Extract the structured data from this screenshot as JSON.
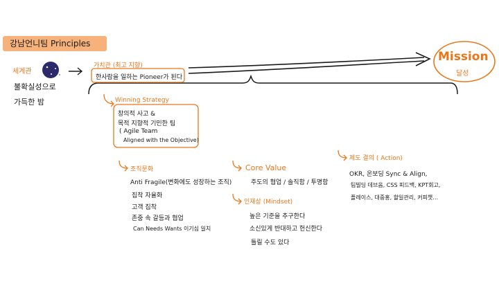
{
  "banner": "강남언니팀 Principles",
  "worldview": {
    "label": "세계관",
    "lines": [
      "불확실성으로",
      "가득한 밤"
    ]
  },
  "value": {
    "label": "가치관 (최고 지향)",
    "text": "한사람을 일하는 Pioneer가 된다"
  },
  "mission": {
    "title": "Mission",
    "sub": "달성"
  },
  "strategy": {
    "label": "Winning Strategy",
    "lines": [
      "창의적 사고 &",
      "목적 지향적 기민한 팀",
      "( Agile Team",
      "Aligned with the Objective)"
    ]
  },
  "culture": {
    "label": "조직문화",
    "lines": [
      "Anti Fragile(변화에도 성장하는 조직)",
      "집착 자율화",
      "고객 집착",
      "존중 속 갈등과 협업",
      "Can Needs Wants 이기심 일치"
    ]
  },
  "core_value": {
    "label": "Core Value",
    "text": "주도의 협업 / 솔직함 / 투명함"
  },
  "mindset": {
    "label": "인재상 (Mindset)",
    "lines": [
      "높은 기준을 추구한다",
      "소신있게 반대하고 헌신한다",
      "틀릴 수도 있다"
    ]
  },
  "action": {
    "label": "제도 결의 ( Action)",
    "lines": [
      "OKR, 온보딩 Sync & Align,",
      "팀빌딩 데브옵, CSS 피드백, KPT회고,",
      "플레이스, 대중홍, 할일관리, 커피챗…"
    ]
  },
  "colors": {
    "accent": "#e8771c",
    "banner_bg": "#f6b27a",
    "ink": "#1a1a1a",
    "moon": "#2b2a6b"
  }
}
